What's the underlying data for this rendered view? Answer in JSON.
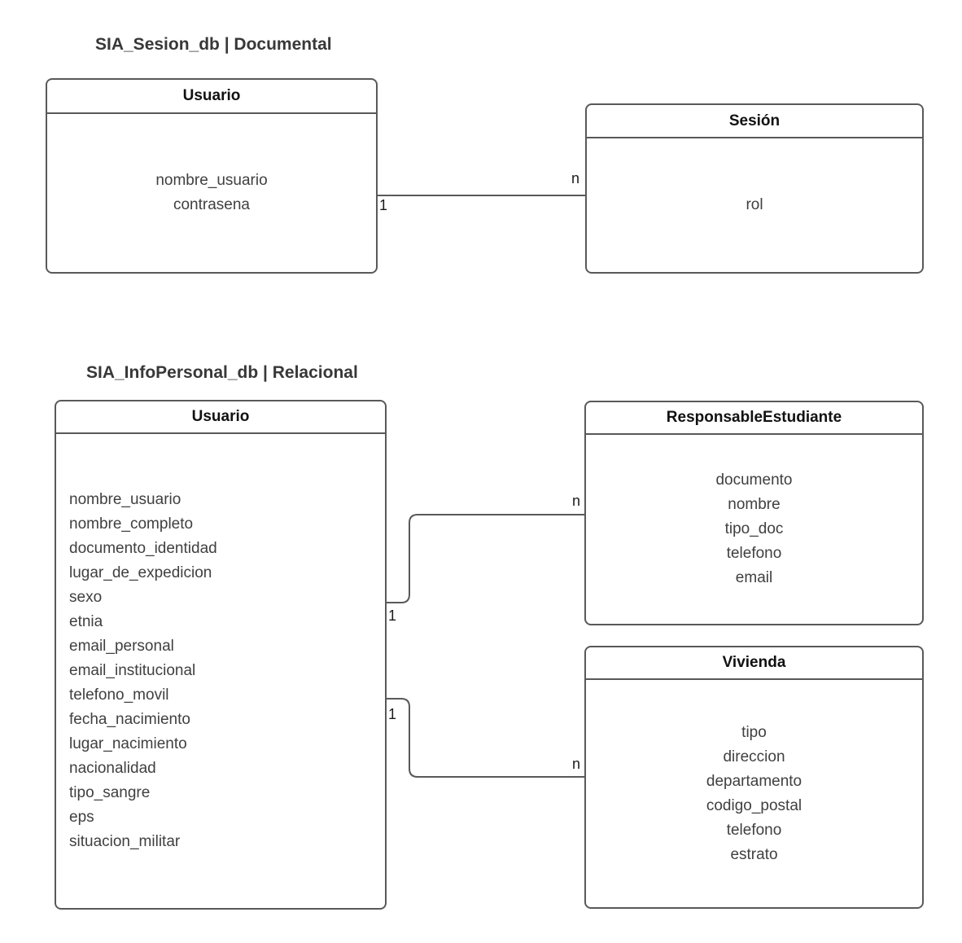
{
  "diagrams": [
    {
      "title": "SIA_Sesion_db | Documental",
      "entities": [
        {
          "name": "Usuario",
          "fields": [
            "nombre_usuario",
            "contrasena"
          ]
        },
        {
          "name": "Sesión",
          "fields": [
            "rol"
          ]
        }
      ],
      "relations": [
        {
          "source": "Usuario",
          "target": "Sesión",
          "source_card": "1",
          "target_card": "n"
        }
      ]
    },
    {
      "title": "SIA_InfoPersonal_db | Relacional",
      "entities": [
        {
          "name": "Usuario",
          "fields": [
            "nombre_usuario",
            "nombre_completo",
            "documento_identidad",
            "lugar_de_expedicion",
            "sexo",
            "etnia",
            "email_personal",
            "email_institucional",
            "telefono_movil",
            "fecha_nacimiento",
            "lugar_nacimiento",
            "nacionalidad",
            "tipo_sangre",
            "eps",
            "situacion_militar"
          ]
        },
        {
          "name": "ResponsableEstudiante",
          "fields": [
            "documento",
            "nombre",
            "tipo_doc",
            "telefono",
            "email"
          ]
        },
        {
          "name": "Vivienda",
          "fields": [
            "tipo",
            "direccion",
            "departamento",
            "codigo_postal",
            "telefono",
            "estrato"
          ]
        }
      ],
      "relations": [
        {
          "source": "Usuario",
          "target": "ResponsableEstudiante",
          "source_card": "1",
          "target_card": "n"
        },
        {
          "source": "Usuario",
          "target": "Vivienda",
          "source_card": "1",
          "target_card": "n"
        }
      ]
    }
  ],
  "colors": {
    "border": "#595959",
    "line": "#595959",
    "header_text": "#111111",
    "field_text": "#404040",
    "title_text": "#383838",
    "label_text": "#1a1a1a",
    "background": "#ffffff"
  }
}
